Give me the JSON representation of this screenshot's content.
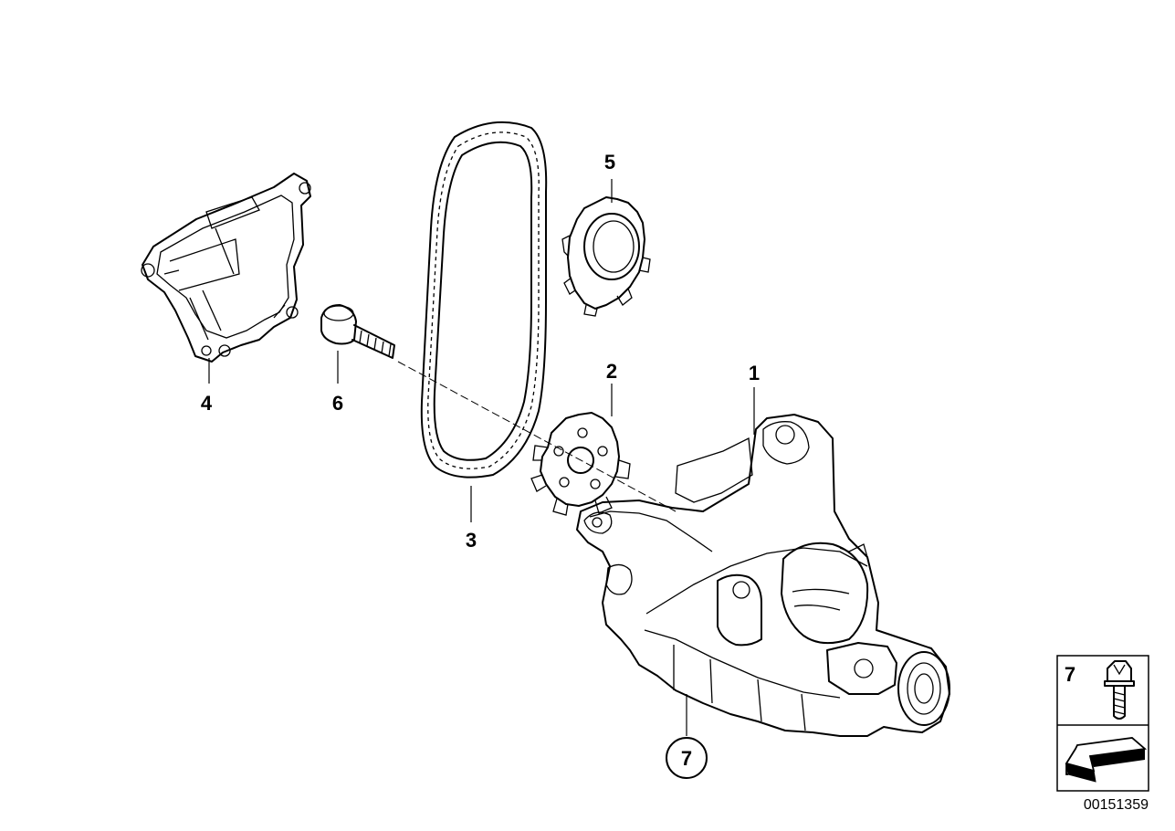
{
  "callouts": {
    "p1": "1",
    "p2": "2",
    "p3": "3",
    "p4": "4",
    "p5": "5",
    "p6": "6",
    "p7": "7"
  },
  "legend": {
    "item_label": "7"
  },
  "document_number": "00151359"
}
